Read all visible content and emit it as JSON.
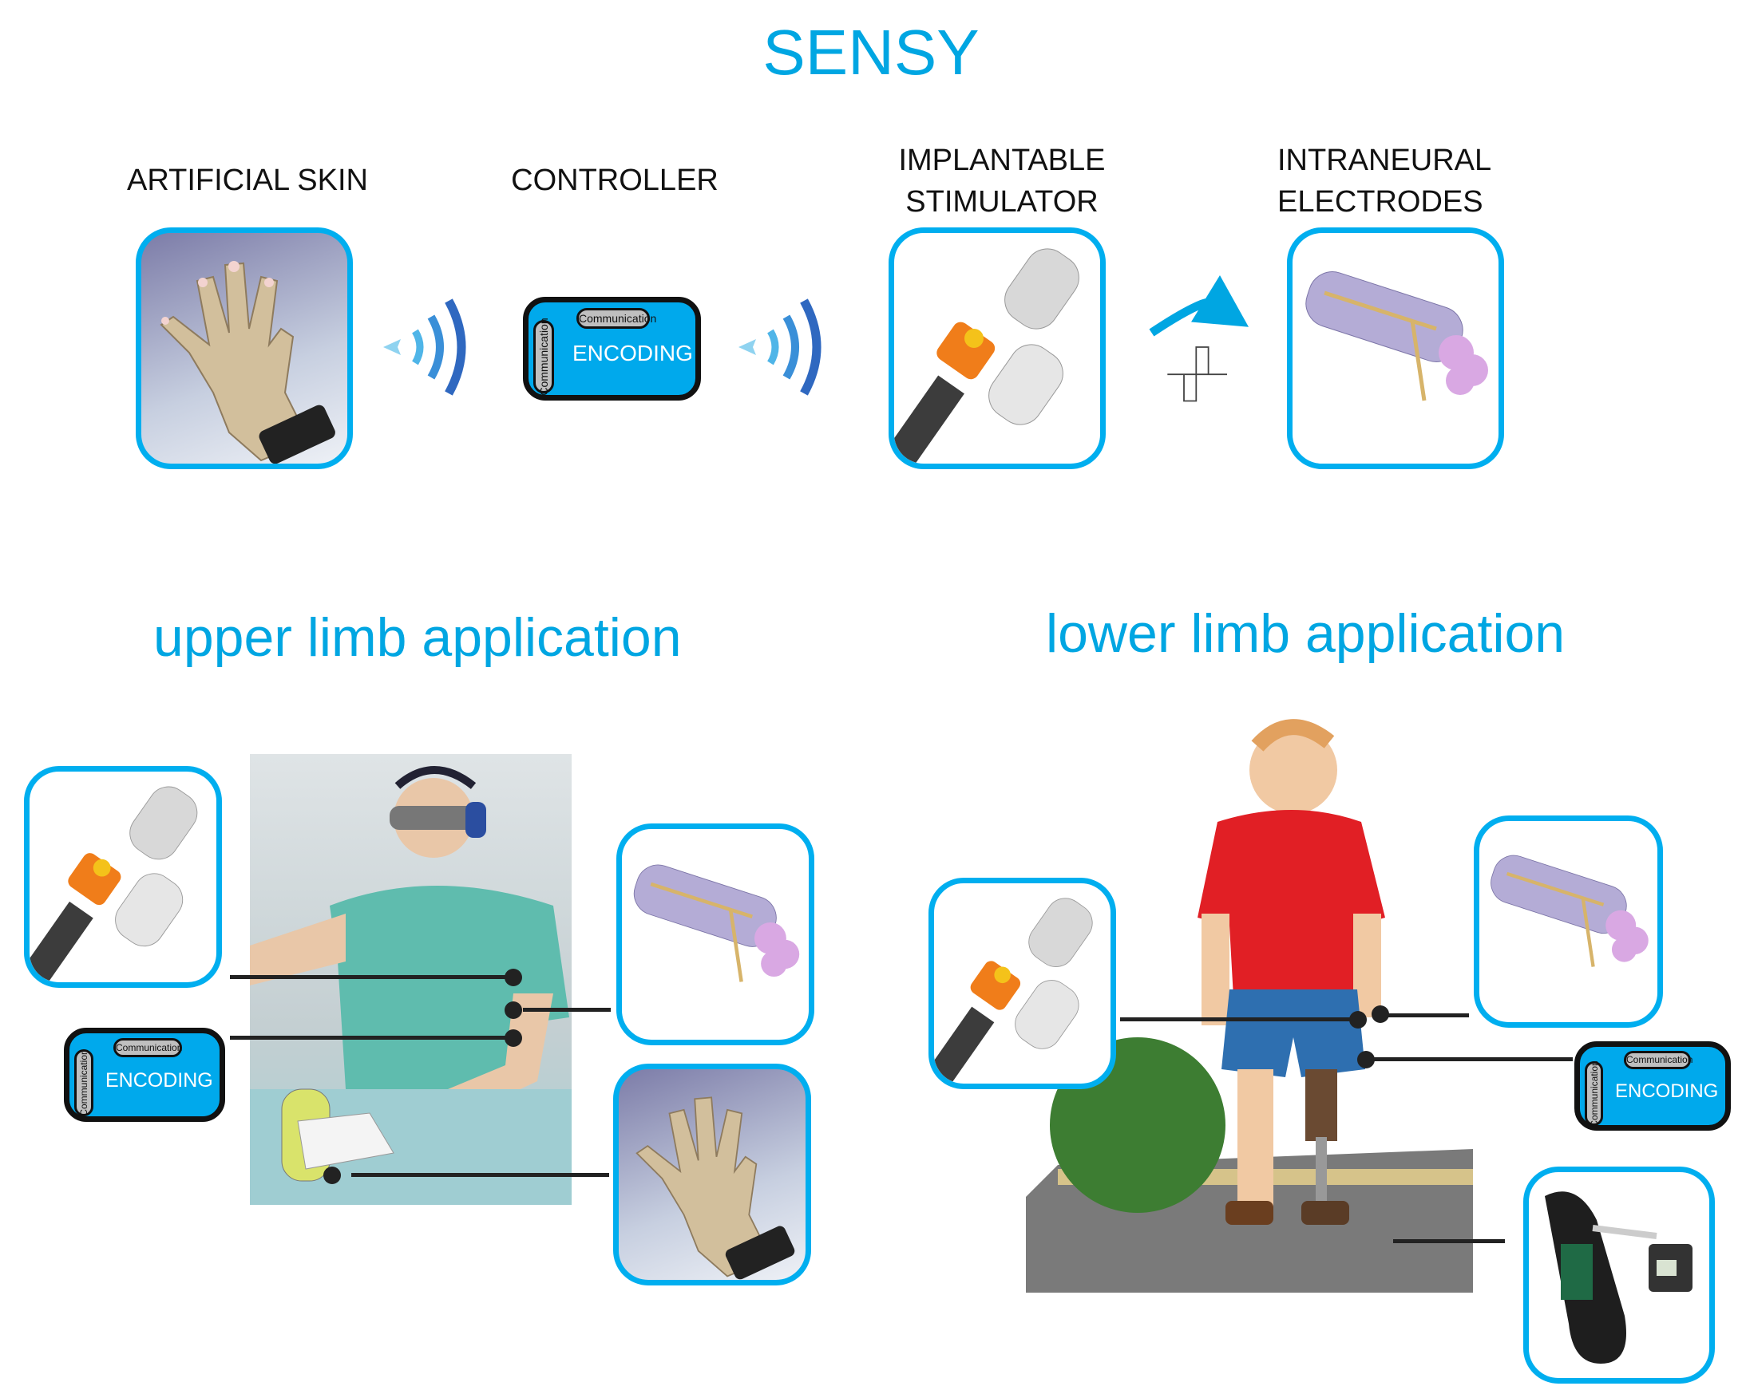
{
  "title": "SENSY",
  "pipeline": {
    "stages": [
      {
        "label": "ARTIFICIAL SKIN",
        "image": "sensor-glove"
      },
      {
        "label": "CONTROLLER",
        "image": "encoding-controller"
      },
      {
        "label": "IMPLANTABLE\nSTIMULATOR",
        "line1": "IMPLANTABLE",
        "line2": "STIMULATOR",
        "image": "implantable-stimulator"
      },
      {
        "label": "INTRANEURAL\nELECTRODES",
        "line1": "INTRANEURAL",
        "line2": "ELECTRODES",
        "image": "intraneural-electrode"
      }
    ],
    "controller": {
      "center_text": "ENCODING",
      "top_pill": "Communication",
      "side_pill": "Communication"
    },
    "connectors": [
      "wireless-signal",
      "wireless-signal",
      "stimulation-arrow-biphasic-pulse"
    ]
  },
  "upper_limb": {
    "heading": "upper limb application",
    "controller": {
      "center_text": "ENCODING",
      "top_pill": "Communication",
      "side_pill": "Communication"
    },
    "components": [
      "implantable-stimulator",
      "encoding-controller",
      "intraneural-electrode",
      "sensor-glove"
    ]
  },
  "lower_limb": {
    "heading": "lower limb application",
    "controller": {
      "center_text": "ENCODING",
      "top_pill": "Communication",
      "side_pill": "Communication"
    },
    "components": [
      "implantable-stimulator",
      "intraneural-electrode",
      "encoding-controller",
      "sensorized-insole"
    ]
  },
  "colors": {
    "accent": "#00a6e2",
    "frame": "#00aeef",
    "controller": "#00a9ec",
    "text": "#111111"
  }
}
